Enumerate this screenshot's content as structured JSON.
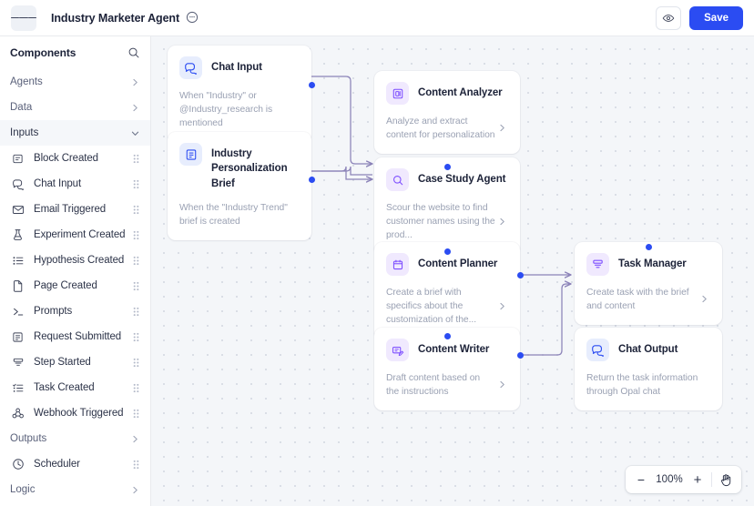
{
  "topbar": {
    "menu_icon": "hamburger-icon",
    "title": "Industry Marketer Agent",
    "title_emoji_icon": "face-circle-icon",
    "preview_icon": "eye-icon",
    "save_label": "Save"
  },
  "sidebar": {
    "title": "Components",
    "search_icon": "search-icon",
    "groups": [
      {
        "label": "Agents",
        "expanded": false,
        "icon": "chevron-right-icon"
      },
      {
        "label": "Data",
        "expanded": false,
        "icon": "chevron-right-icon"
      },
      {
        "label": "Inputs",
        "expanded": true,
        "icon": "chevron-down-icon"
      }
    ],
    "items": [
      {
        "label": "Block Created",
        "icon": "block-icon"
      },
      {
        "label": "Chat Input",
        "icon": "chat-icon"
      },
      {
        "label": "Email Triggered",
        "icon": "mail-icon"
      },
      {
        "label": "Experiment Created",
        "icon": "flask-icon"
      },
      {
        "label": "Hypothesis Created",
        "icon": "list-icon"
      },
      {
        "label": "Page Created",
        "icon": "page-icon"
      },
      {
        "label": "Prompts",
        "icon": "terminal-icon"
      },
      {
        "label": "Request Submitted",
        "icon": "request-icon"
      },
      {
        "label": "Step Started",
        "icon": "step-icon"
      },
      {
        "label": "Task Created",
        "icon": "task-list-icon"
      },
      {
        "label": "Webhook Triggered",
        "icon": "webhook-icon"
      }
    ],
    "groups_after": [
      {
        "label": "Outputs",
        "expanded": false,
        "icon": "chevron-right-icon"
      }
    ],
    "items_after": [
      {
        "label": "Scheduler",
        "icon": "clock-icon"
      }
    ],
    "groups_last": [
      {
        "label": "Logic",
        "expanded": false,
        "icon": "chevron-right-icon"
      }
    ],
    "grip_icon": "drag-handle-icon"
  },
  "canvas": {
    "nodes": [
      {
        "id": "chat-input",
        "title": "Chat Input",
        "desc": "When \"Industry\" or @Industry_research is mentioned",
        "icon": "chat-bubbles-icon",
        "kind": "trigger",
        "has_chevron": false
      },
      {
        "id": "industry-personalization-brief",
        "title": "Industry Personalization Brief",
        "desc": "When the \"Industry Trend\" brief is created",
        "icon": "document-icon",
        "kind": "trigger",
        "has_chevron": false
      },
      {
        "id": "content-analyzer",
        "title": "Content Analyzer",
        "desc": "Analyze and extract content for personalization",
        "icon": "content-frame-icon",
        "kind": "agent",
        "has_chevron": true
      },
      {
        "id": "case-study-agent",
        "title": "Case Study Agent",
        "desc": "Scour the website to find customer names using the prod...",
        "icon": "magnifier-icon",
        "kind": "agent",
        "has_chevron": true
      },
      {
        "id": "content-planner",
        "title": "Content Planner",
        "desc": "Create a brief with specifics about the customization of the...",
        "icon": "calendar-icon",
        "kind": "agent",
        "has_chevron": true
      },
      {
        "id": "content-writer",
        "title": "Content Writer",
        "desc": "Draft content based on the instructions",
        "icon": "write-icon",
        "kind": "agent",
        "has_chevron": true
      },
      {
        "id": "task-manager",
        "title": "Task Manager",
        "desc": "Create task with the brief and content",
        "icon": "task-manager-icon",
        "kind": "agent",
        "has_chevron": true
      },
      {
        "id": "chat-output",
        "title": "Chat Output",
        "desc": "Return the task information through Opal chat",
        "icon": "chat-bubbles-icon",
        "kind": "trigger",
        "has_chevron": false
      }
    ],
    "edges": [
      {
        "from": "chat-input",
        "to": "content-analyzer"
      },
      {
        "from": "industry-personalization-brief",
        "to": "content-analyzer"
      },
      {
        "from": "content-analyzer",
        "to": "case-study-agent"
      },
      {
        "from": "case-study-agent",
        "to": "content-planner"
      },
      {
        "from": "content-planner",
        "to": "content-writer"
      },
      {
        "from": "content-planner",
        "to": "task-manager"
      },
      {
        "from": "content-writer",
        "to": "task-manager"
      },
      {
        "from": "task-manager",
        "to": "chat-output"
      }
    ],
    "zoom": {
      "minus_label": "−",
      "level": "100%",
      "plus_label": "+",
      "pan_icon": "hand-icon"
    }
  },
  "colors": {
    "accent": "#2b4cf2",
    "edge": "#8b82b8",
    "canvas_bg": "#f4f6f9",
    "trigger_icon_bg": "#e7edfd",
    "agent_icon_bg": "#f0e9fe"
  }
}
